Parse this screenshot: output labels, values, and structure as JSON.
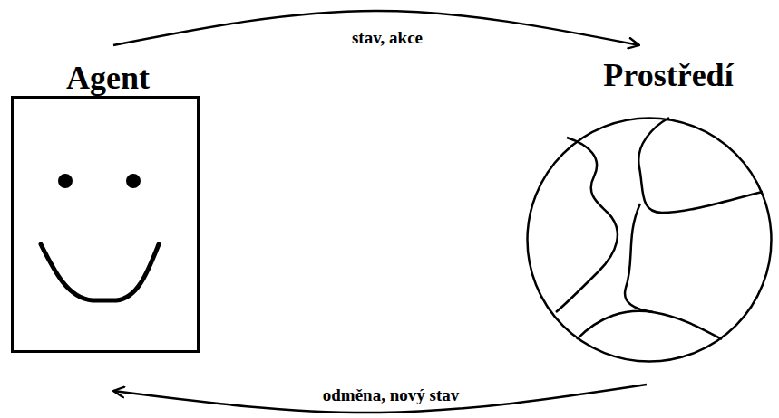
{
  "diagram": {
    "nodes": [
      {
        "text": [
          "Agent"
        ]
      },
      {
        "text": [
          "Prostředí"
        ]
      }
    ],
    "edges": [
      {
        "from": 0,
        "to": 1,
        "label": "stav, akce",
        "arrow": "to"
      },
      {
        "from": 1,
        "to": 0,
        "label": "odměna, nový stav",
        "arrow": "to"
      }
    ]
  }
}
